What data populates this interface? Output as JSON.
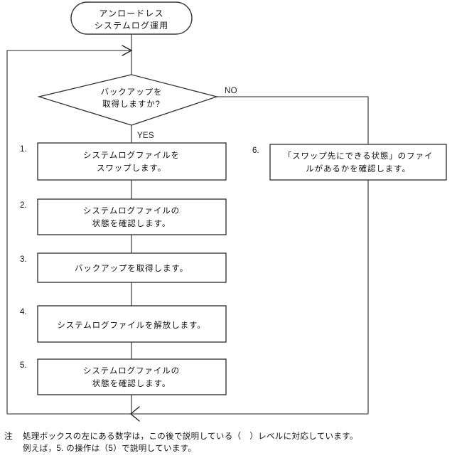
{
  "diagram": {
    "title_node": {
      "label_line1": "アンロードレス",
      "label_line2": "システムログ運用",
      "shape": "terminator"
    },
    "decision": {
      "label_line1": "バックアップを",
      "label_line2": "取得しますか?",
      "yes_label": "YES",
      "no_label": "NO"
    },
    "steps": [
      {
        "number": "1.",
        "line1": "システムログファイルを",
        "line2": "スワップします。"
      },
      {
        "number": "2.",
        "line1": "システムログファイルの",
        "line2": "状態を確認します。"
      },
      {
        "number": "3.",
        "line1": "バックアップを取得します。",
        "line2": ""
      },
      {
        "number": "4.",
        "line1": "システムログファイルを解放します。",
        "line2": ""
      },
      {
        "number": "5.",
        "line1": "システムログファイルの",
        "line2": "状態を確認します。"
      }
    ],
    "branch_step": {
      "number": "6.",
      "line1": "「スワップ先にできる状態」のファイ",
      "line2": "ルがあるかを確認します。"
    },
    "note": {
      "marker": "注",
      "line1": "処理ボックスの左にある数字は，この後で説明している（　）レベルに対応しています。",
      "line2": "例えば，5. の操作は（5）で説明しています。"
    },
    "colors": {
      "shape_stroke": "#3a3a3a",
      "connector": "#6b6b6b",
      "text": "#111111",
      "background": "#ffffff"
    }
  }
}
